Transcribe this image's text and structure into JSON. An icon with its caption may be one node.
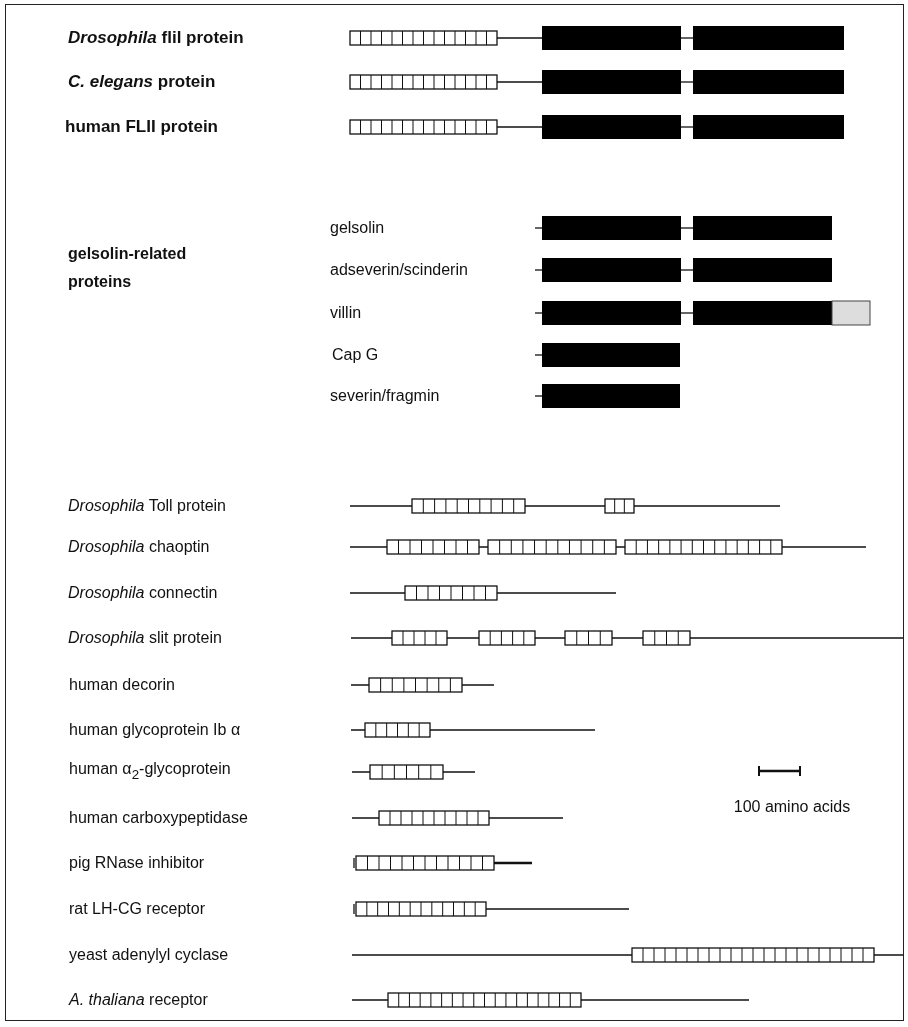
{
  "diagram": {
    "labels": [
      "*Drosophila* flil protein",
      "*C. elegans* protein",
      "human FLII protein",
      "gelsolin",
      "adseverin/scinderin",
      "gelsolin-related proteins",
      "villin",
      "Cap G",
      "severin/fragmin",
      "*Drosophila* Toll protein",
      "*Drosophila* chaoptin",
      "*Drosophila* connectin",
      "*Drosophila* slit protein",
      "human decorin",
      "human glycoprotein Ib α",
      "human α$_{2}$-glycoprotein",
      "100 amino acids",
      "human carboxypeptidase",
      "pig RNase inhibitor",
      "rat LH-CG receptor",
      "yeast adenylyl cyclase",
      "*A. thaliana* receptor"
    ]
  }
}
